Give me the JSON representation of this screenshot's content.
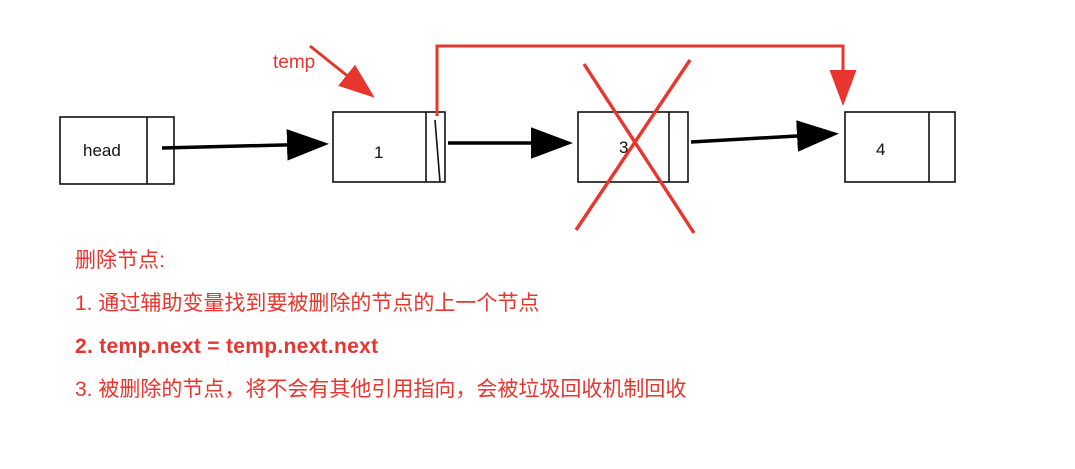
{
  "diagram": {
    "temp_label": "temp",
    "nodes": {
      "head": {
        "label": "head"
      },
      "n1": {
        "label": "1"
      },
      "n3": {
        "label": "3"
      },
      "n4": {
        "label": "4"
      }
    },
    "colors": {
      "red": "#e8352e",
      "black": "#000000"
    }
  },
  "notes": {
    "title": "删除节点:",
    "line1": "1. 通过辅助变量找到要被删除的节点的上一个节点",
    "line2": "2. temp.next = temp.next.next",
    "line3": "3. 被删除的节点，将不会有其他引用指向，会被垃圾回收机制回收"
  }
}
